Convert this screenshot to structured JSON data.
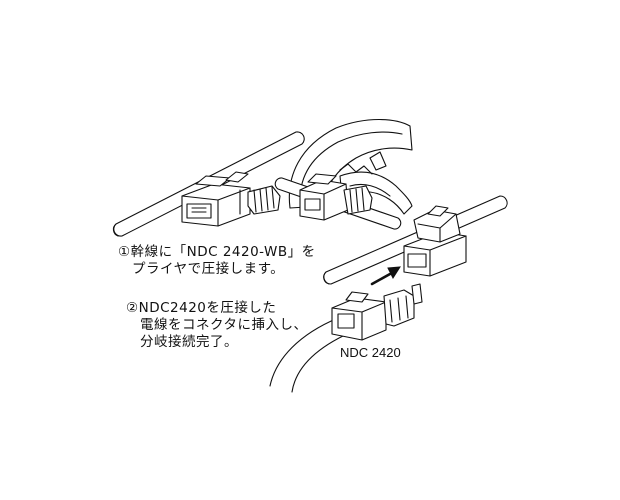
{
  "instructions": {
    "step1": {
      "line1": "①幹線に「NDC 2420-WB」を",
      "line2": "プライヤで圧接します。"
    },
    "step2": {
      "line1": "②NDC2420を圧接した",
      "line2": "電線をコネクタに挿入し、",
      "line3": "分岐接続完了。"
    }
  },
  "part_label": "NDC 2420"
}
